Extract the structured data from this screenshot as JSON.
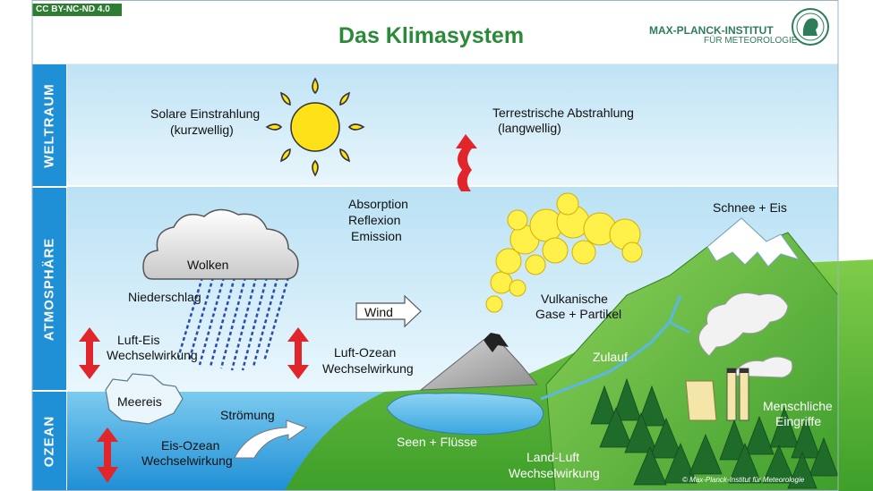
{
  "header": {
    "license": "CC BY-NC-ND 4.0",
    "title": "Das Klimasystem",
    "institute_line1": "MAX-PLANCK-INSTITUT",
    "institute_line2": "FÜR METEOROLOGIE"
  },
  "sidebar": {
    "space": "WELTRAUM",
    "atmosphere": "ATMOSPHÄRE",
    "ocean": "OZEAN"
  },
  "labels": {
    "solar_1": "Solare Einstrahlung",
    "solar_2": "(kurzwellig)",
    "terrestrial_1": "Terrestrische Abstrahlung",
    "terrestrial_2": "(langwellig)",
    "absorption": "Absorption",
    "reflexion": "Reflexion",
    "emission": "Emission",
    "clouds": "Wolken",
    "precipitation": "Niederschlag",
    "wind": "Wind",
    "volcanic_1": "Vulkanische",
    "volcanic_2": "Gase + Partikel",
    "snow_ice": "Schnee + Eis",
    "air_ice_1": "Luft-Eis",
    "air_ice_2": "Wechselwirkung",
    "air_ocean_1": "Luft-Ozean",
    "air_ocean_2": "Wechselwirkung",
    "sea_ice": "Meereis",
    "current": "Strömung",
    "ice_ocean_1": "Eis-Ozean",
    "ice_ocean_2": "Wechselwirkung",
    "inflow": "Zulauf",
    "lakes_rivers": "Seen + Flüsse",
    "land_air_1": "Land-Luft",
    "land_air_2": "Wechselwirkung",
    "human_1": "Menschliche",
    "human_2": "Eingriffe",
    "copyright": "© Max-Planck-Institut für Meteorologie"
  },
  "colors": {
    "title_green": "#2a8a3a",
    "side_blue": "#1f8fd6",
    "land_green": "#5cb832",
    "arrow_red": "#e0262b",
    "sun_yellow": "#ffe11a"
  }
}
